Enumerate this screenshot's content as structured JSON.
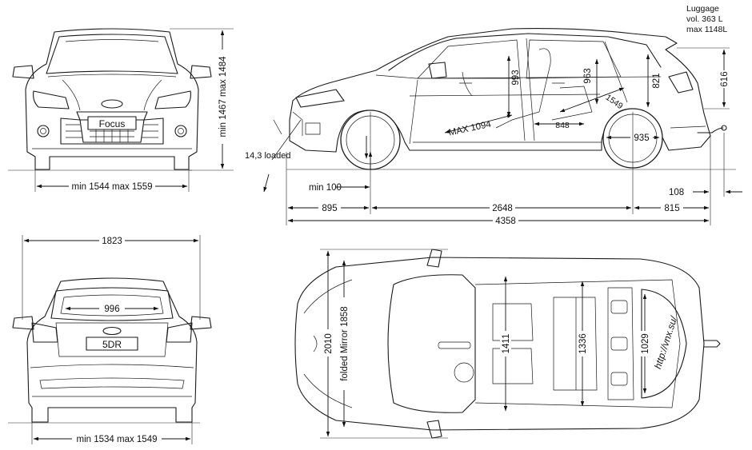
{
  "front_view": {
    "badge": "Focus",
    "height_label": "min 1467 max 1484",
    "track_label": "min 1544 max 1559"
  },
  "side_view": {
    "luggage_label": [
      "Luggage",
      "vol. 363 L",
      "max 1148L"
    ],
    "angle_label": "14,3 loaded",
    "ground_clearance": "min 100",
    "front_overhang": "895",
    "wheelbase": "2648",
    "rear_overhang": "815",
    "towbar": "108",
    "overall_length": "4358",
    "boot_height": "616",
    "boot_opening": "821",
    "rear_headroom": "963",
    "front_headroom": "993",
    "rear_legroom": "848",
    "seat_to_hatch": "1549",
    "front_legroom": "MAX 1094",
    "wheel_diameter": "935"
  },
  "rear_view": {
    "badge": "5DR",
    "width": "1823",
    "window_width": "996",
    "track_label": "min 1534 max 1549"
  },
  "top_view": {
    "width_with_mirrors": "2010",
    "folded_mirror": "folded Mirror 1858",
    "shoulder_front": "1411",
    "shoulder_rear": "1336",
    "boot_width": "1029",
    "watermark": "http://vnx.su/"
  }
}
